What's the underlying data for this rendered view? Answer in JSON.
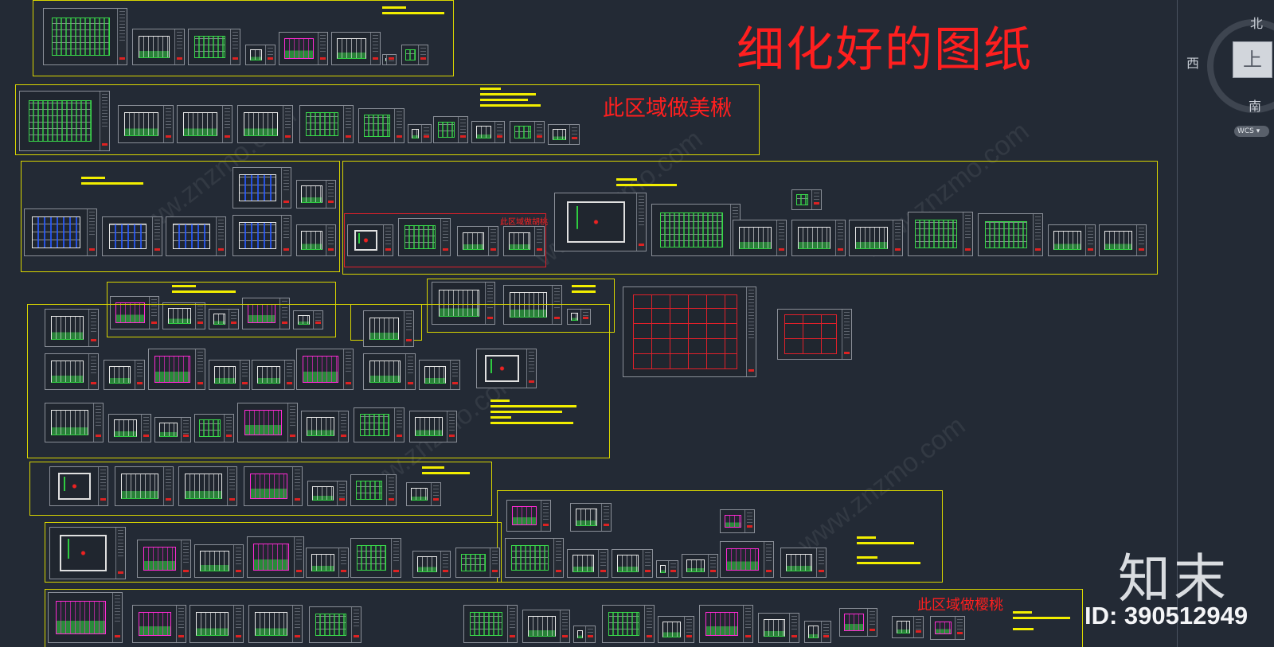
{
  "title": "细化好的图纸",
  "region_labels": {
    "meiqiu": "此区域做美楸",
    "yingtao": "此区域做樱桃",
    "inner": "此区域做胡桃"
  },
  "compass": {
    "north": "北",
    "west": "西",
    "south": "南",
    "top": "上",
    "wcs": "WCS"
  },
  "watermark": {
    "brand": "知末",
    "id": "ID: 390512949",
    "site": "www.znzmo.com"
  },
  "colors": {
    "background": "#232a35",
    "frame": "#d9d600",
    "label": "#ff1f1f",
    "highlight": "#f2ee00"
  },
  "icons": [
    "viewcube-icon",
    "compass-ring-icon"
  ]
}
